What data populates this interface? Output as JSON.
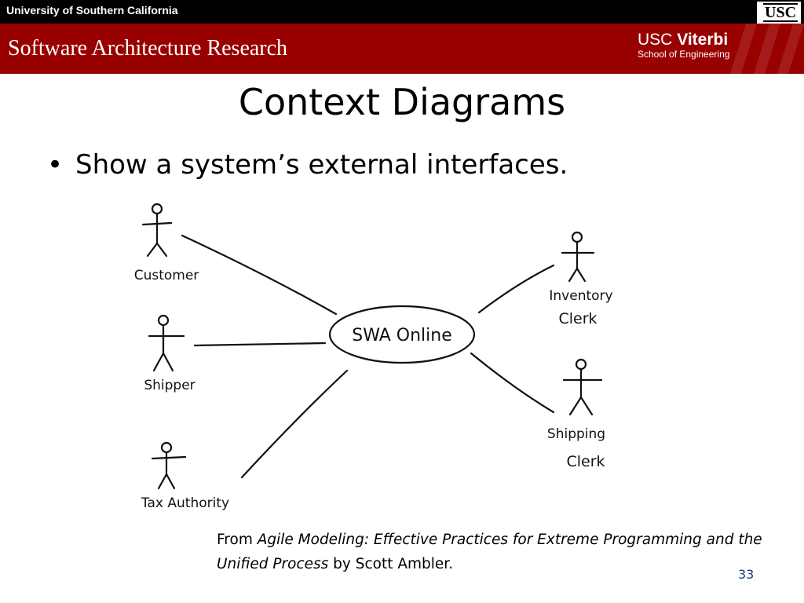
{
  "header": {
    "university": "University of Southern California",
    "usc_logo": "USC",
    "group": "Software Architecture Research",
    "school_logo_line1_a": "USC ",
    "school_logo_line1_b": "Viterbi",
    "school_logo_line2": "School of Engineering",
    "bar_color": "#990000"
  },
  "slide": {
    "title": "Context Diagrams",
    "bullet": "Show a system’s external interfaces.",
    "page_number": "33"
  },
  "diagram": {
    "system": "SWA Online",
    "actors": [
      {
        "id": "customer",
        "label": "Customer"
      },
      {
        "id": "shipper",
        "label": "Shipper"
      },
      {
        "id": "tax-authority",
        "label": "Tax Authority"
      },
      {
        "id": "inventory-clerk",
        "label_line1": "Inventory",
        "label_line2": "Clerk"
      },
      {
        "id": "shipping-clerk",
        "label_line1": "Shipping",
        "label_line2": "Clerk"
      }
    ]
  },
  "source": {
    "from": "From ",
    "book": "Agile Modeling: Effective Practices for Extreme Programming and the Unified Process",
    "by": " by Scott Ambler."
  }
}
